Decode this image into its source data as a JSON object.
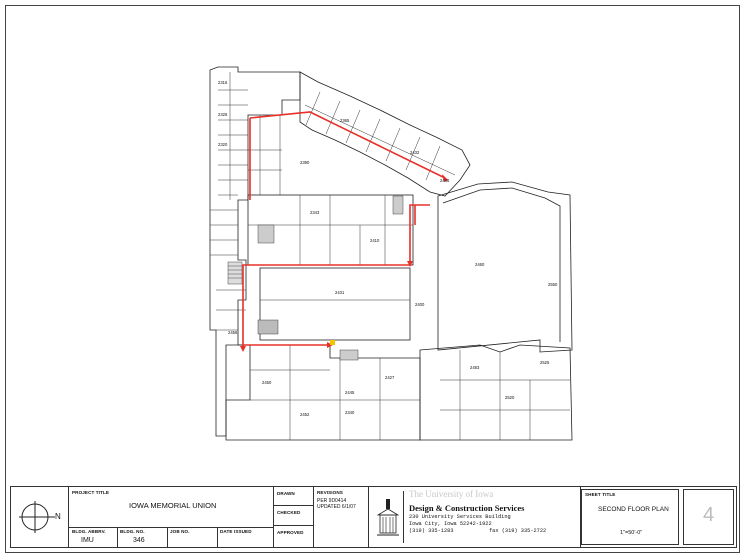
{
  "plan": {
    "rooms": [
      "2316",
      "2326",
      "2320",
      "2365",
      "2432",
      "2446",
      "2390",
      "2343",
      "2410",
      "2460",
      "2431",
      "2400",
      "2456",
      "2450",
      "2452",
      "2445",
      "2427",
      "2483",
      "2340",
      "2520",
      "2525",
      "2550"
    ],
    "colors": {
      "line": "#222222",
      "route": "#e8302a",
      "marker": "#f2c500"
    }
  },
  "titleblock": {
    "project_title_label": "PROJECT TITLE",
    "project_title": "IOWA MEMORIAL UNION",
    "bldg_abbrv_label": "BLDG. ABBRV.",
    "bldg_abbrv": "IMU",
    "bldg_no_label": "BLDG. NO.",
    "bldg_no": "346",
    "job_no_label": "JOB NO.",
    "date_issued_label": "DATE ISSUED",
    "drawn_label": "DRAWN",
    "checked_label": "CHECKED",
    "approved_label": "APPROVED",
    "revisions_label": "REVISIONS",
    "revision_1": "PER 9D0414",
    "revision_2": "UPDATED 6/1/07",
    "university": "The University of Iowa",
    "dept": "Design & Construction Services",
    "address1": "230 University Services Building",
    "address2": "Iowa City, Iowa 52242-1922",
    "phone": "(319) 335-1283",
    "fax": "fax (319) 335-2722",
    "sheet_title_label": "SHEET TITLE",
    "sheet_title": "SECOND FLOOR PLAN",
    "scale": "1\"=50'-0\"",
    "sheet_number": "4",
    "north_label": "N"
  }
}
